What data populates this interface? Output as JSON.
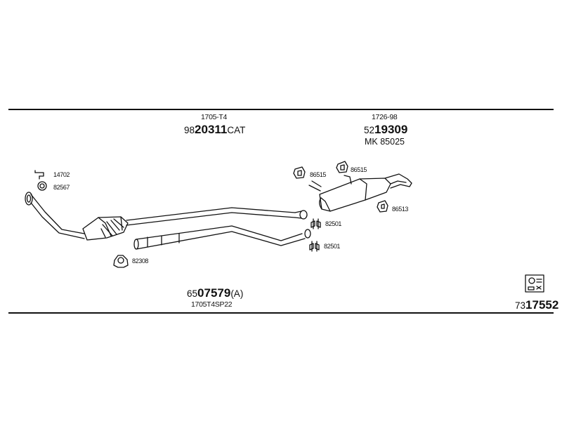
{
  "catalyst_section": {
    "ref": "1705-T4",
    "part_prefix": "98",
    "part_bold": "20311",
    "part_suffix": "CAT"
  },
  "muffler_section": {
    "ref": "1726-98",
    "part_prefix": "52",
    "part_bold": "19309",
    "kit_label": "MK  85025"
  },
  "pipe_section": {
    "part_prefix": "65",
    "part_bold": "07579",
    "part_suffix": "(A)",
    "ref": "1705T4SP22"
  },
  "kit_section": {
    "part_prefix": "73",
    "part_bold": "17552"
  },
  "callouts": {
    "c14702": "14702",
    "c82567": "82567",
    "c82308": "82308",
    "c82501_upper": "82501",
    "c82501_lower": "82501",
    "c86515_left": "86515",
    "c86515_right": "86515",
    "c86513": "86513"
  }
}
